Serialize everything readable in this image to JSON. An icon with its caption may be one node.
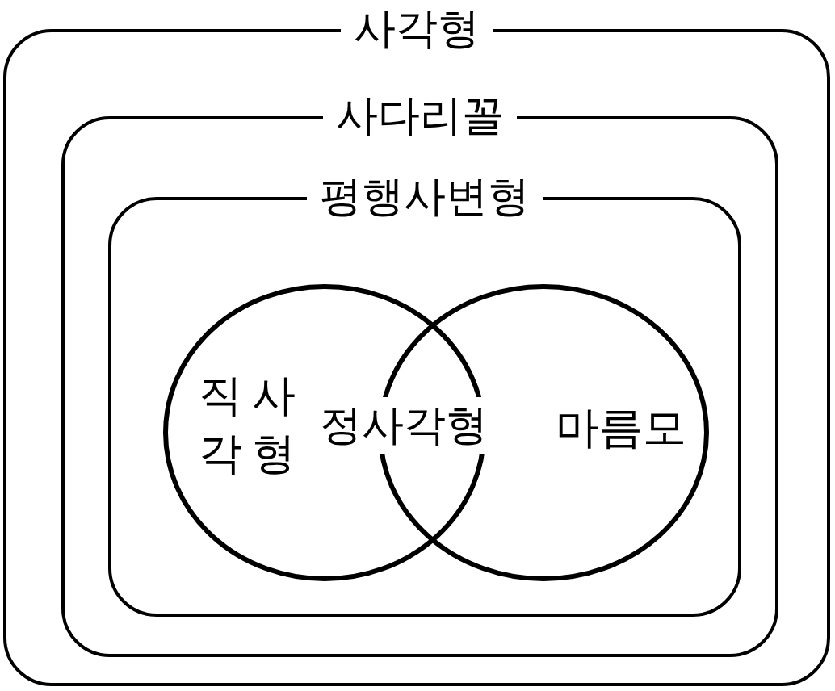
{
  "diagram": {
    "nodes": [
      {
        "text": [
          "사각형"
        ]
      },
      {
        "text": [
          "사다리꼴"
        ],
        "in": 0
      },
      {
        "text": [
          "평행사변형"
        ],
        "in": 1
      },
      {
        "text": [
          "직사각형"
        ],
        "in": 2
      },
      {
        "text": [
          "마름모"
        ],
        "in": 2
      }
    ],
    "labels": [
      "정사각형"
    ]
  }
}
